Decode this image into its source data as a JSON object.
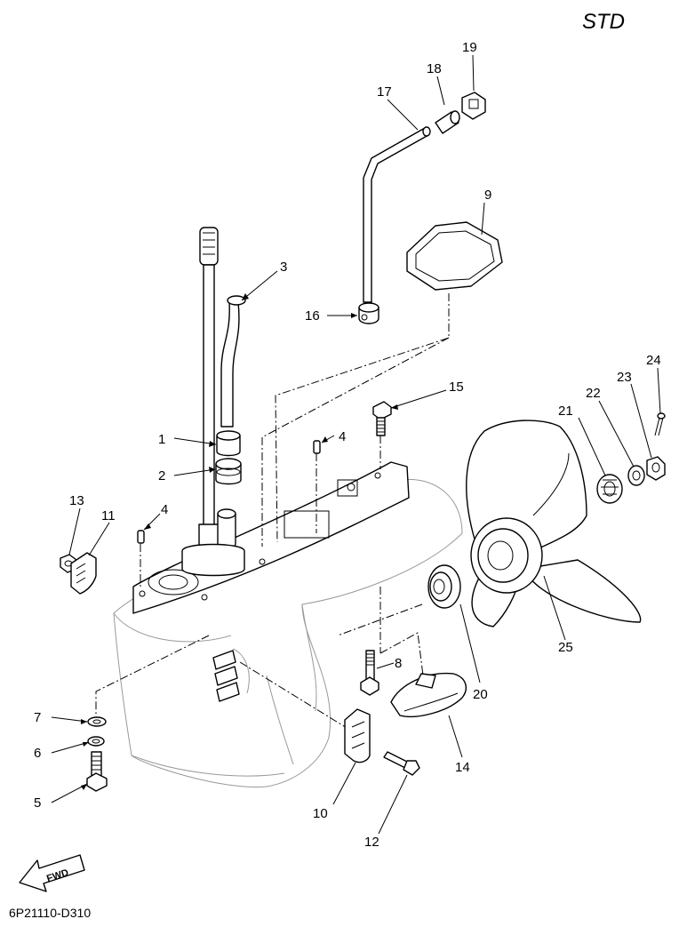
{
  "header": {
    "variant": "STD"
  },
  "footer": {
    "diagram_code": "6P21110-D310",
    "direction_label": "FWD"
  },
  "parts": [
    {
      "ref": "1"
    },
    {
      "ref": "2"
    },
    {
      "ref": "3"
    },
    {
      "ref": "4a",
      "text": "4"
    },
    {
      "ref": "4b",
      "text": "4"
    },
    {
      "ref": "5"
    },
    {
      "ref": "6"
    },
    {
      "ref": "7"
    },
    {
      "ref": "8"
    },
    {
      "ref": "9"
    },
    {
      "ref": "10"
    },
    {
      "ref": "11"
    },
    {
      "ref": "12"
    },
    {
      "ref": "13"
    },
    {
      "ref": "14"
    },
    {
      "ref": "15"
    },
    {
      "ref": "16"
    },
    {
      "ref": "17"
    },
    {
      "ref": "18"
    },
    {
      "ref": "19"
    },
    {
      "ref": "20"
    },
    {
      "ref": "21"
    },
    {
      "ref": "22"
    },
    {
      "ref": "23"
    },
    {
      "ref": "24"
    },
    {
      "ref": "25"
    }
  ],
  "labels": {
    "p1": "1",
    "p2": "2",
    "p3": "3",
    "p4a": "4",
    "p4b": "4",
    "p5": "5",
    "p6": "6",
    "p7": "7",
    "p8": "8",
    "p9": "9",
    "p10": "10",
    "p11": "11",
    "p12": "12",
    "p13": "13",
    "p14": "14",
    "p15": "15",
    "p16": "16",
    "p17": "17",
    "p18": "18",
    "p19": "19",
    "p20": "20",
    "p21": "21",
    "p22": "22",
    "p23": "23",
    "p24": "24",
    "p25": "25"
  }
}
